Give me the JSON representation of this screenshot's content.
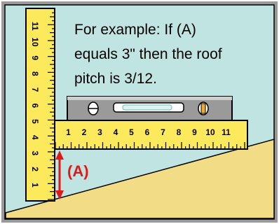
{
  "caption": {
    "lines": [
      "For example: If (A)",
      "equals 3\" then the roof",
      "pitch is 3/12."
    ]
  },
  "vertical_ruler": {
    "numbers": [
      "1",
      "2",
      "3",
      "4",
      "5",
      "6",
      "7",
      "8",
      "9",
      "10",
      "11"
    ]
  },
  "horizontal_ruler": {
    "numbers": [
      "1",
      "2",
      "3",
      "4",
      "5",
      "6",
      "7",
      "8",
      "9",
      "10",
      "11"
    ]
  },
  "measurement": {
    "label": "(A)"
  },
  "colors": {
    "sky": "#bfe4e2",
    "roof": "#f3dc86",
    "ruler": "#fde95c",
    "level_body": "#9a9a9a",
    "arrow": "#e01818"
  }
}
